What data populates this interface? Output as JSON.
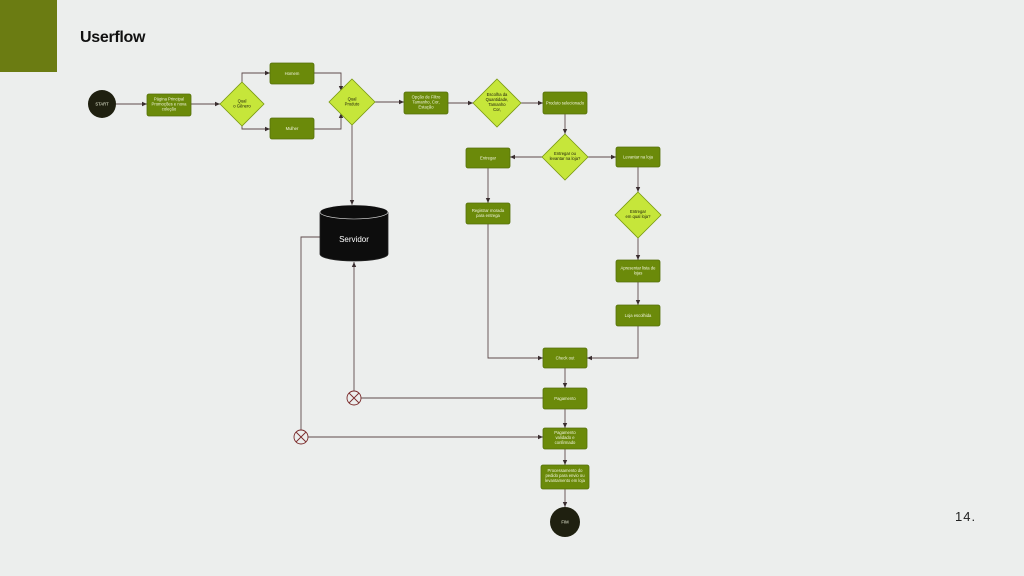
{
  "header": {
    "title": "Userflow",
    "page_number": "14."
  },
  "colors": {
    "accent": "#6b7c12",
    "process_box": "#6b8a0a",
    "decision": "#c6e63a",
    "terminal": "#1f2010",
    "line": "#5e4a4c"
  },
  "nodes": {
    "start": "START",
    "pagina": [
      "Página Principal",
      "Promoções e nova",
      "coleção"
    ],
    "genero": [
      "Qual",
      "o Gênero"
    ],
    "homem": "Homem",
    "mulher": "Mulher",
    "produto": [
      "Qual",
      "Produto"
    ],
    "filtro": [
      "Opção de Filtro",
      "Tamanho, Cor,",
      "Estação"
    ],
    "escolha": [
      "Escolha da",
      "Quantidade,",
      "Tamanho",
      "Cor,"
    ],
    "selecionado": "Produto selecionado",
    "entregar_levantar": [
      "Entregar ou",
      "levantar na loja?"
    ],
    "entregar": "Entregar",
    "levantar": "Levantar na loja",
    "registrar": [
      "Registrar morada",
      "para entrega"
    ],
    "qual_loja": [
      "Entregar",
      "em qual loja?"
    ],
    "lista": [
      "Apresentar lista de",
      "lojas"
    ],
    "loja_escolhida": "Loja escolhida",
    "servidor": "Servidor",
    "checkout": "Check out",
    "pagamento": "Pagamento",
    "validado": [
      "Pagamento",
      "validado e",
      "confirmado"
    ],
    "processamento": [
      "Processamento do",
      "pedido para envio ou",
      "levantamento em loja"
    ],
    "fim": "FIM"
  }
}
